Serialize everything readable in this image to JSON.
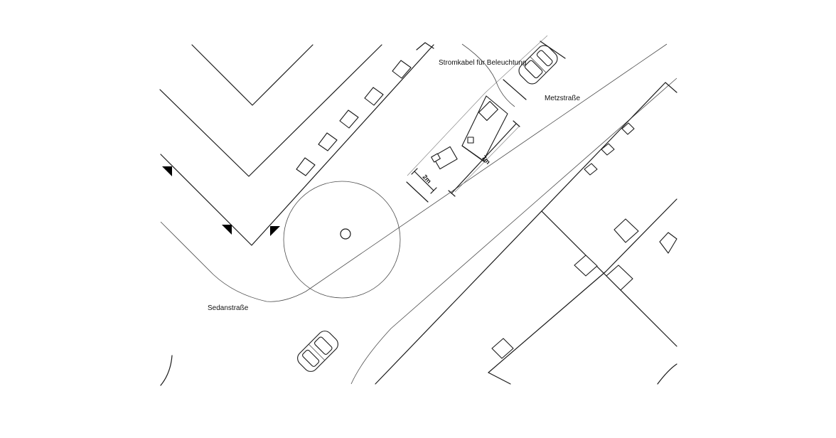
{
  "labels": {
    "cable": "Stromkabel für Beleuchtung",
    "street_east": "Metzstraße",
    "street_west": "Sedanstraße"
  },
  "dimensions": {
    "length": "7m",
    "width": "2m"
  }
}
